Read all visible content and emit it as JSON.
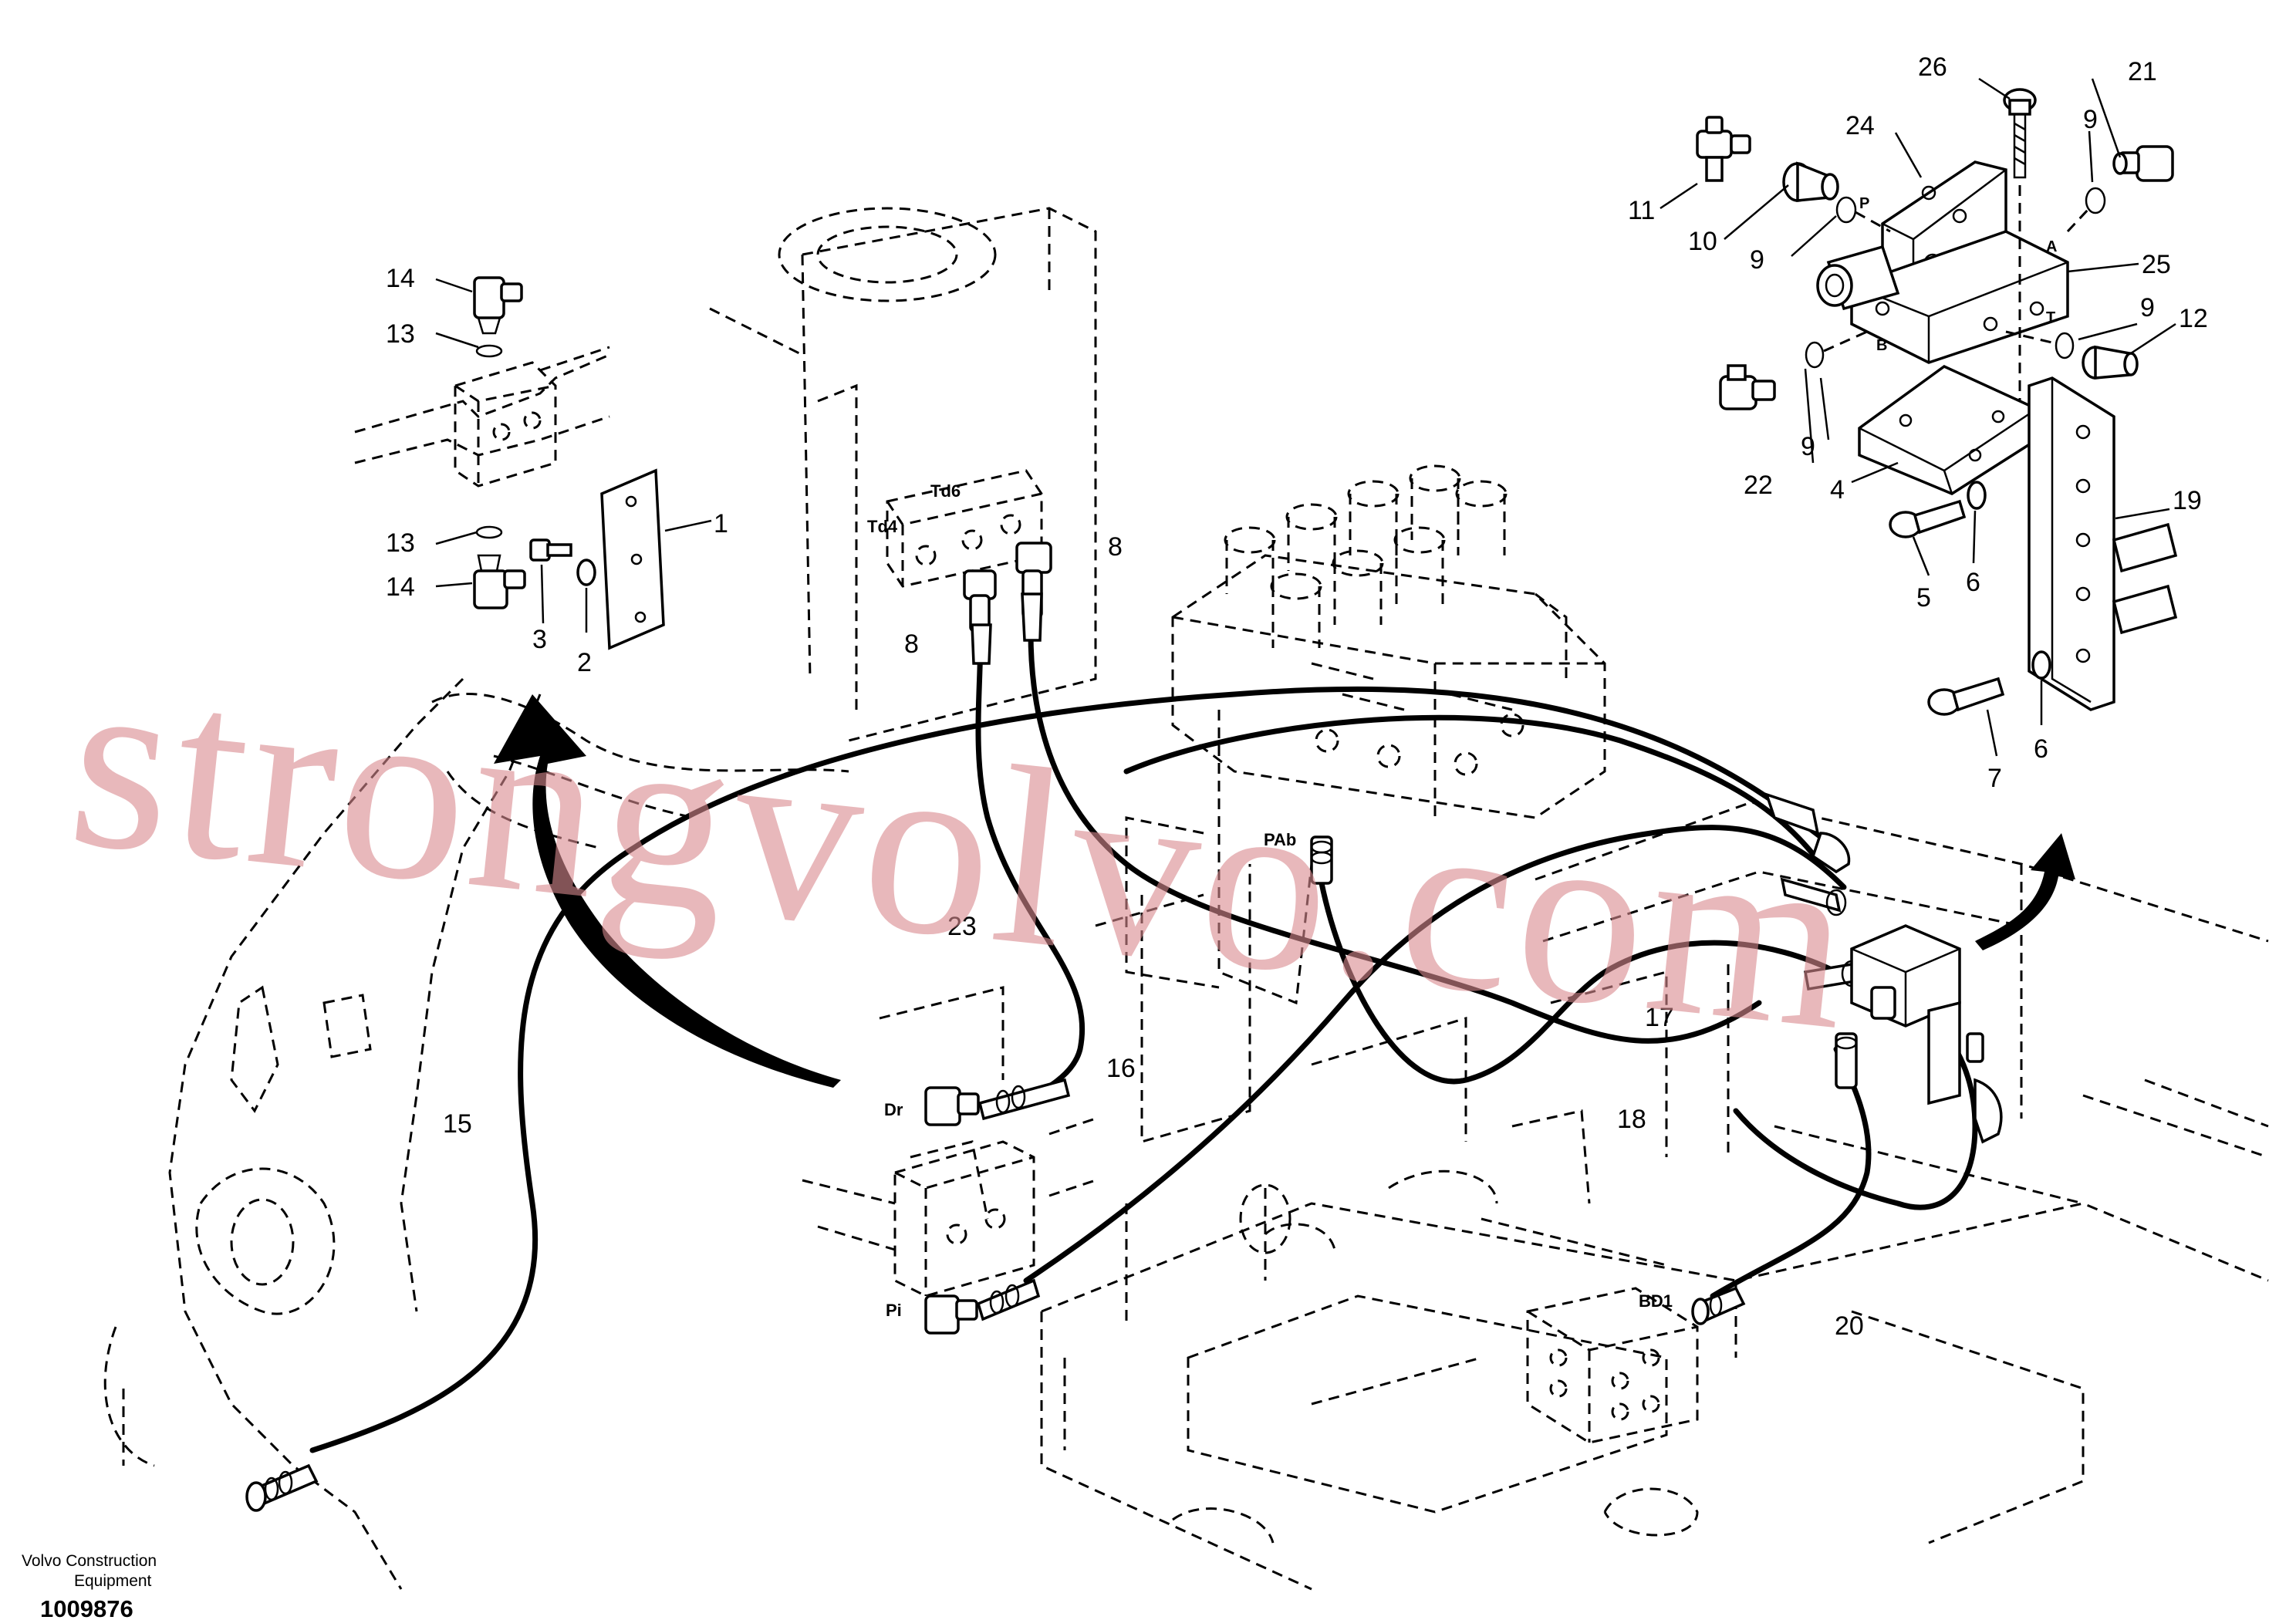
{
  "labels": {
    "l1": "1",
    "l2": "2",
    "l3": "3",
    "l4": "4",
    "l5": "5",
    "l6a": "6",
    "l6b": "6",
    "l7": "7",
    "l8a": "8",
    "l8b": "8",
    "l9a": "9",
    "l9b": "9",
    "l9c": "9",
    "l9d": "9",
    "l10": "10",
    "l11": "11",
    "l12": "12",
    "l13a": "13",
    "l13b": "13",
    "l14a": "14",
    "l14b": "14",
    "l15": "15",
    "l16": "16",
    "l17": "17",
    "l18": "18",
    "l19": "19",
    "l20": "20",
    "l21": "21",
    "l22": "22",
    "l23": "23",
    "l24": "24",
    "l25": "25",
    "l26": "26"
  },
  "ports": {
    "td6": "Td6",
    "td4": "Td4",
    "pab": "PAb",
    "dr": "Dr",
    "pi": "Pi",
    "bd1": "BD1",
    "p": "P",
    "a": "A",
    "b": "B",
    "t": "T"
  },
  "footer": {
    "brand_line1": "Volvo Construction",
    "brand_line2": "Equipment",
    "drawing_number": "1009876"
  },
  "watermark": "strongvolvo.com"
}
